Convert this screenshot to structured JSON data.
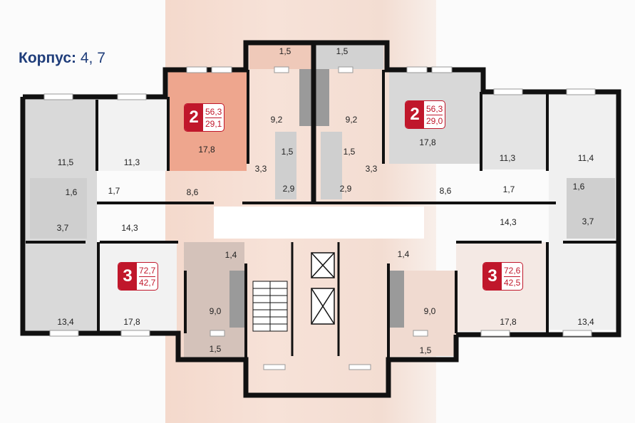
{
  "header": {
    "label": "Корпус:",
    "value": "4, 7"
  },
  "colors": {
    "accent": "#c0172b",
    "title": "#1f3d7a",
    "highlight": "#eea68e"
  },
  "apartments": [
    {
      "id": "left-3",
      "rooms": "3",
      "total_area": "72,7",
      "living_area": "42,7",
      "room_areas": [
        "11,5",
        "11,3",
        "1,6",
        "1,7",
        "3,7",
        "14,3",
        "13,4",
        "17,8",
        "9,0",
        "1,5",
        "1,4"
      ]
    },
    {
      "id": "top-left-2",
      "rooms": "2",
      "total_area": "56,3",
      "living_area": "29,1",
      "room_areas": [
        "1,5",
        "9,2",
        "17,8",
        "1,5",
        "3,3",
        "2,9",
        "8,6"
      ]
    },
    {
      "id": "top-right-2",
      "rooms": "2",
      "total_area": "56,3",
      "living_area": "29,0",
      "room_areas": [
        "1,5",
        "9,2",
        "17,8",
        "1,5",
        "3,3",
        "2,9",
        "8,6",
        "11,3",
        "1,7",
        "11,4",
        "1,6"
      ]
    },
    {
      "id": "right-3",
      "rooms": "3",
      "total_area": "72,6",
      "living_area": "42,5",
      "room_areas": [
        "14,3",
        "3,7",
        "1,4",
        "9,0",
        "1,5",
        "17,8",
        "13,4"
      ]
    }
  ]
}
